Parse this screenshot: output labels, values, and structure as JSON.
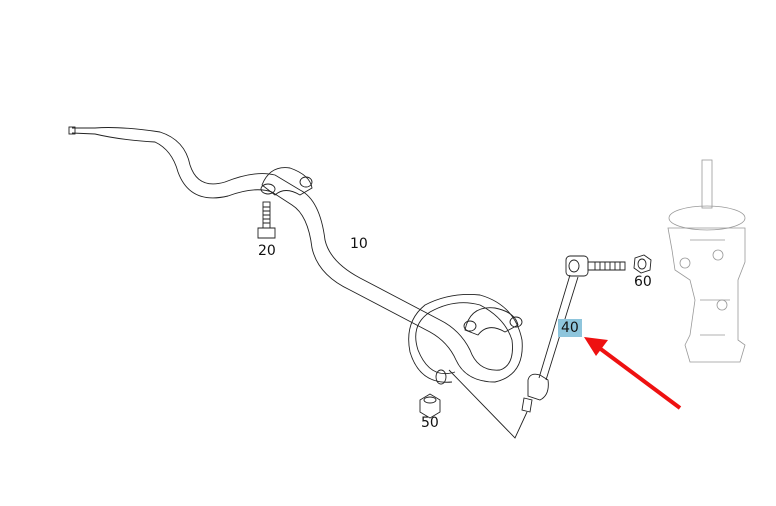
{
  "diagram": {
    "part_labels": {
      "stabilizer_bar": "10",
      "bolt": "20",
      "link_rod": "40",
      "nut_50": "50",
      "nut_60": "60"
    },
    "highlighted_part": "40",
    "colors": {
      "highlight": "#8ec5dc",
      "arrow": "#ee1111"
    }
  }
}
